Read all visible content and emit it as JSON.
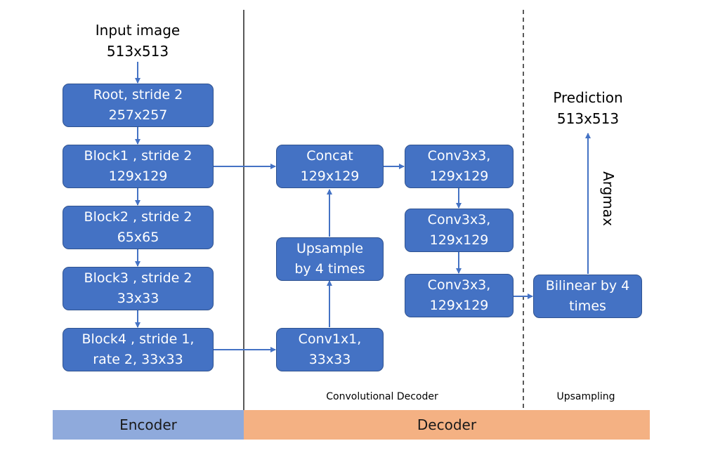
{
  "colors": {
    "node_fill": "#4472c4",
    "node_border": "#2f528f",
    "arrow": "#4472c4",
    "encoder_band": "#8faadc",
    "decoder_band": "#f4b183"
  },
  "input": {
    "line1": "Input image",
    "line2": "513x513"
  },
  "prediction": {
    "line1": "Prediction",
    "line2": "513x513"
  },
  "argmax_label": "Argmax",
  "encoder": {
    "root": {
      "line1": "Root, stride 2",
      "line2": "257x257"
    },
    "block1": {
      "line1": "Block1 , stride 2",
      "line2": "129x129"
    },
    "block2": {
      "line1": "Block2 , stride 2",
      "line2": "65x65"
    },
    "block3": {
      "line1": "Block3 , stride 2",
      "line2": "33x33"
    },
    "block4": {
      "line1": "Block4 , stride 1,",
      "line2": "rate 2, 33x33"
    }
  },
  "decoder": {
    "concat": {
      "line1": "Concat",
      "line2": "129x129"
    },
    "upsample": {
      "line1": "Upsample",
      "line2": "by 4 times"
    },
    "conv1x1": {
      "line1": "Conv1x1,",
      "line2": "33x33"
    },
    "conv_a": {
      "line1": "Conv3x3,",
      "line2": "129x129"
    },
    "conv_b": {
      "line1": "Conv3x3,",
      "line2": "129x129"
    },
    "conv_c": {
      "line1": "Conv3x3,",
      "line2": "129x129"
    },
    "bilinear": {
      "line1": "Bilinear by 4",
      "line2": "times"
    }
  },
  "section_labels": {
    "convolutional_decoder": "Convolutional Decoder",
    "upsampling": "Upsampling"
  },
  "bands": {
    "encoder": "Encoder",
    "decoder": "Decoder"
  }
}
